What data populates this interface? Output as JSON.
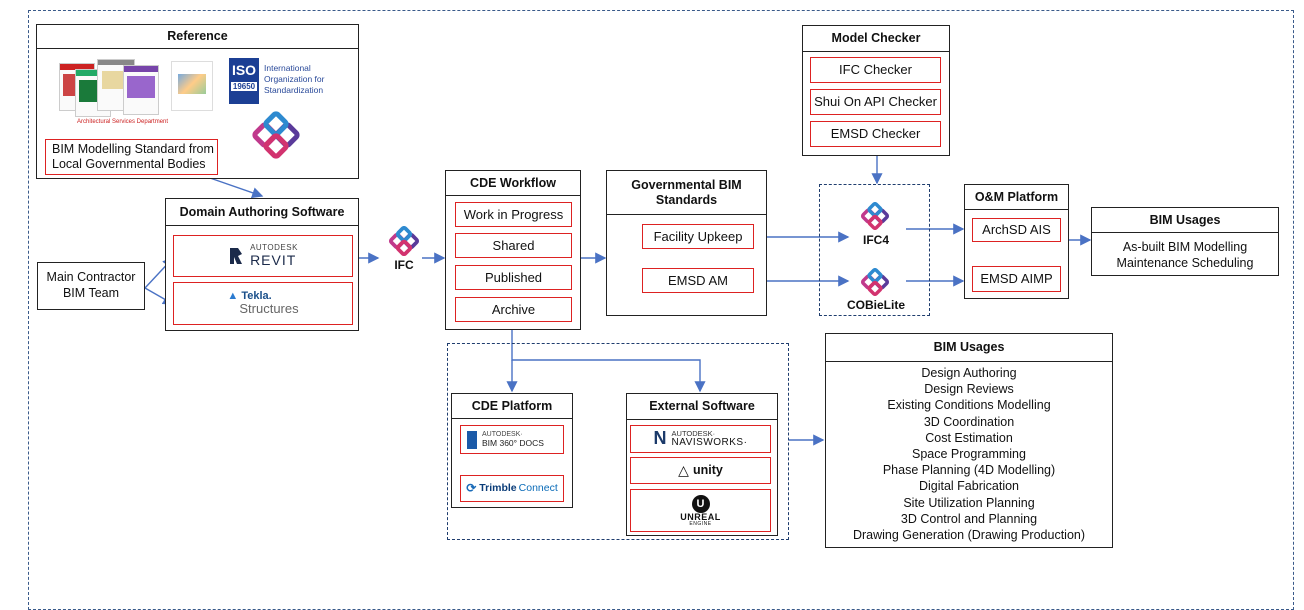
{
  "reference": {
    "title": "Reference",
    "caption": "BIM Modelling Standard from Local Governmental Bodies",
    "iso_mark": "ISO",
    "iso_number": "19650",
    "iso_text": "International Organization for Standardization",
    "doc_caption": "Architectural Services Department"
  },
  "domain": {
    "title": "Domain Authoring Software",
    "revit_brand": "AUTODESK",
    "revit_name": "REVIT",
    "tekla_brand": "Tekla.",
    "tekla_name": "Structures"
  },
  "contractor": {
    "label": "Main Contractor BIM Team"
  },
  "ifc_label": "IFC",
  "cde_workflow": {
    "title": "CDE Workflow",
    "items": [
      "Work in Progress",
      "Shared",
      "Published",
      "Archive"
    ]
  },
  "gov": {
    "title": "Governmental BIM Standards",
    "items": [
      "Facility Upkeep",
      "EMSD AM"
    ]
  },
  "checker": {
    "title": "Model Checker",
    "items": [
      "IFC Checker",
      "Shui On API Checker",
      "EMSD Checker"
    ]
  },
  "formats": {
    "ifc4": "IFC4",
    "cobie": "COBieLite"
  },
  "om": {
    "title": "O&M Platform",
    "items": [
      "ArchSD AIS",
      "EMSD AIMP"
    ]
  },
  "usages_right": {
    "title": "BIM Usages",
    "items": [
      "As-built BIM Modelling",
      "Maintenance Scheduling"
    ]
  },
  "cde_platform": {
    "title": "CDE Platform",
    "bim360_brand": "AUTODESK·",
    "bim360_name": "BIM 360° DOCS",
    "trimble_name": "Trimble",
    "trimble_suffix": "Connect"
  },
  "external": {
    "title": "External Software",
    "navis_brand": "AUTODESK·",
    "navis_name": "NAVISWORKS·",
    "unity_name": "unity",
    "unreal_name": "UNREAL",
    "unreal_sub": "ENGINE"
  },
  "usages_bottom": {
    "title": "BIM Usages",
    "items": [
      "Design Authoring",
      "Design Reviews",
      "Existing Conditions Modelling",
      "3D Coordination",
      "Cost Estimation",
      "Space Programming",
      "Phase Planning (4D Modelling)",
      "Digital Fabrication",
      "Site Utilization Planning",
      "3D Control and Planning",
      "Drawing Generation (Drawing Production)"
    ]
  },
  "colors": {
    "arrow": "#4a72c4",
    "red": "#d22",
    "dash": "#1f3d6e"
  }
}
